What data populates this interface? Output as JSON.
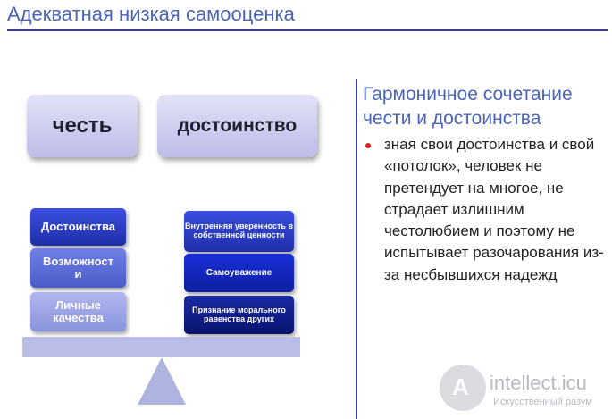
{
  "title": "Адекватная низкая самооценка",
  "concepts": {
    "left": "честь",
    "right": "достоинство"
  },
  "left_stack": [
    "Достоинства",
    "Возможност\nи",
    "Личные\nкачества"
  ],
  "right_stack": [
    "Внутренняя уверенность в собственной ценности",
    "Самоуважение",
    "Признание морального равенства других"
  ],
  "subtitle": "Гармоничное сочетание чести и достоинства",
  "bullet": "зная свои достоинства и свой «потолок», человек не претендует на многое, не страдает излишним честолюбием и поэтому не испытывает разочарования из-за несбывшихся надежд",
  "watermark": {
    "name": "intellect.icu",
    "tagline": "Искусственный разум"
  },
  "colors": {
    "accent": "#4a64b8",
    "line": "#3a3aa8",
    "bullet": "#e02020"
  }
}
